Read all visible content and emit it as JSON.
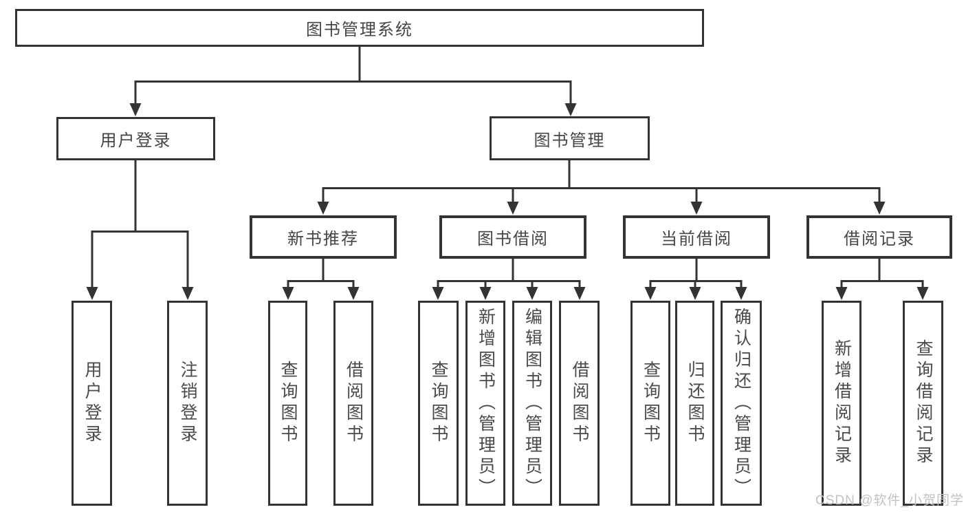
{
  "watermark": "CSDN @软件_小贺同学",
  "colors": {
    "line": "#333333",
    "node_border": "#333333",
    "node_text": "#454545",
    "leaf_text": "#4a4a4a",
    "background": "#ffffff",
    "watermark": "#c2c2c2"
  },
  "tree": {
    "root": {
      "label": "图书管理系统",
      "children": [
        {
          "label": "用户登录",
          "children": [
            {
              "label": "用户登录"
            },
            {
              "label": "注销登录"
            }
          ]
        },
        {
          "label": "图书管理",
          "children": [
            {
              "label": "新书推荐",
              "children": [
                {
                  "label": "查询图书"
                },
                {
                  "label": "借阅图书"
                }
              ]
            },
            {
              "label": "图书借阅",
              "children": [
                {
                  "label": "查询图书"
                },
                {
                  "label": "新增图书（管理员）"
                },
                {
                  "label": "编辑图书（管理员）"
                },
                {
                  "label": "借阅图书"
                }
              ]
            },
            {
              "label": "当前借阅",
              "children": [
                {
                  "label": "查询图书"
                },
                {
                  "label": "归还图书"
                },
                {
                  "label": "确认归还（管理员）"
                }
              ]
            },
            {
              "label": "借阅记录",
              "children": [
                {
                  "label": "新增借阅记录"
                },
                {
                  "label": "查询借阅记录"
                }
              ]
            }
          ]
        }
      ]
    }
  }
}
